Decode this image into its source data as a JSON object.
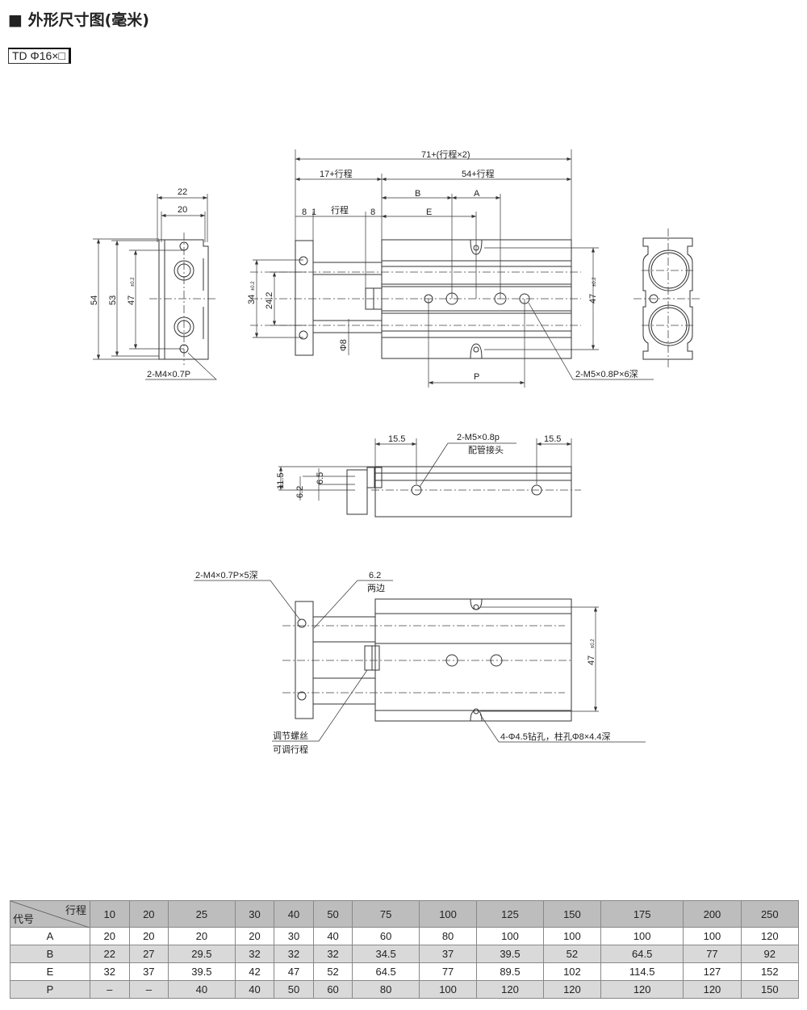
{
  "header": {
    "title": "■ 外形尺寸图(毫米)",
    "model": "TD Φ16×□"
  },
  "drawing": {
    "end_view": {
      "w22": "22",
      "w20": "20",
      "h54": "54",
      "h53": "53",
      "h47": "47",
      "tol": "±0.2",
      "thread": "2-M4×0.7P"
    },
    "side_view": {
      "total": "71+(行程×2)",
      "left": "17+行程",
      "right": "54+行程",
      "d8a": "8",
      "d1": "1",
      "stroke": "行程",
      "d8b": "8",
      "b": "B",
      "a": "A",
      "e": "E",
      "h34": "34",
      "tol": "±0.2",
      "h24": "24.2",
      "rod": "Φ8",
      "h47": "47",
      "p": "P",
      "thread": "2-M5×0.8P×6深"
    },
    "top_view": {
      "l155": "15.5",
      "r155": "15.5",
      "port": "2-M5×0.8p",
      "port_note": "配管接头",
      "h115": "11.5",
      "h62": "6.2",
      "h65": "6.5"
    },
    "bottom_view": {
      "thread": "2-M4×0.7P×5深",
      "w62": "6.2",
      "both": "两边",
      "screw": "调节螺丝",
      "screw2": "可调行程",
      "holes": "4-Φ4.5钻孔，柱孔Φ8×4.4深",
      "h47": "47",
      "tol": "±0.2"
    }
  },
  "table": {
    "corner_top": "行程",
    "corner_bottom": "代号",
    "strokes": [
      "10",
      "20",
      "25",
      "30",
      "40",
      "50",
      "75",
      "100",
      "125",
      "150",
      "175",
      "200",
      "250"
    ],
    "rows": [
      {
        "code": "A",
        "values": [
          "20",
          "20",
          "20",
          "20",
          "30",
          "40",
          "60",
          "80",
          "100",
          "100",
          "100",
          "100",
          "120"
        ]
      },
      {
        "code": "B",
        "values": [
          "22",
          "27",
          "29.5",
          "32",
          "32",
          "32",
          "34.5",
          "37",
          "39.5",
          "52",
          "64.5",
          "77",
          "92"
        ]
      },
      {
        "code": "E",
        "values": [
          "32",
          "37",
          "39.5",
          "42",
          "47",
          "52",
          "64.5",
          "77",
          "89.5",
          "102",
          "114.5",
          "127",
          "152"
        ]
      },
      {
        "code": "P",
        "values": [
          "–",
          "–",
          "40",
          "40",
          "50",
          "60",
          "80",
          "100",
          "120",
          "120",
          "120",
          "120",
          "150"
        ]
      }
    ]
  }
}
